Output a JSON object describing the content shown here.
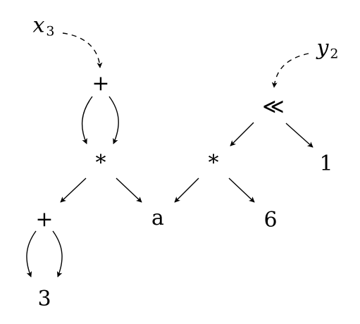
{
  "roots": {
    "x": {
      "base": "x",
      "sub": "3"
    },
    "y": {
      "base": "y",
      "sub": "2"
    }
  },
  "nodes": {
    "plus_top": "+",
    "mul_left": "*",
    "plus_bottom": "+",
    "leaf_3": "3",
    "leaf_a": "a",
    "mul_right": "*",
    "shift": "≪",
    "leaf_6": "6",
    "leaf_1": "1"
  },
  "colors": {
    "line": "#000000",
    "background": "#ffffff"
  },
  "edges": [
    {
      "from": "x3",
      "to": "plus_top",
      "style": "dashed",
      "kind": "pointer"
    },
    {
      "from": "y2",
      "to": "shift",
      "style": "dashed",
      "kind": "pointer"
    },
    {
      "from": "plus_top",
      "to": "mul_left",
      "style": "solid",
      "kind": "curve-left"
    },
    {
      "from": "plus_top",
      "to": "mul_left",
      "style": "solid",
      "kind": "curve-right"
    },
    {
      "from": "mul_left",
      "to": "plus_bottom",
      "style": "solid",
      "kind": "straight"
    },
    {
      "from": "mul_left",
      "to": "leaf_a",
      "style": "solid",
      "kind": "straight"
    },
    {
      "from": "plus_bottom",
      "to": "leaf_3",
      "style": "solid",
      "kind": "curve-left"
    },
    {
      "from": "plus_bottom",
      "to": "leaf_3",
      "style": "solid",
      "kind": "curve-right"
    },
    {
      "from": "shift",
      "to": "mul_right",
      "style": "solid",
      "kind": "straight"
    },
    {
      "from": "shift",
      "to": "leaf_1",
      "style": "solid",
      "kind": "straight"
    },
    {
      "from": "mul_right",
      "to": "leaf_a",
      "style": "solid",
      "kind": "straight"
    },
    {
      "from": "mul_right",
      "to": "leaf_6",
      "style": "solid",
      "kind": "straight"
    }
  ]
}
